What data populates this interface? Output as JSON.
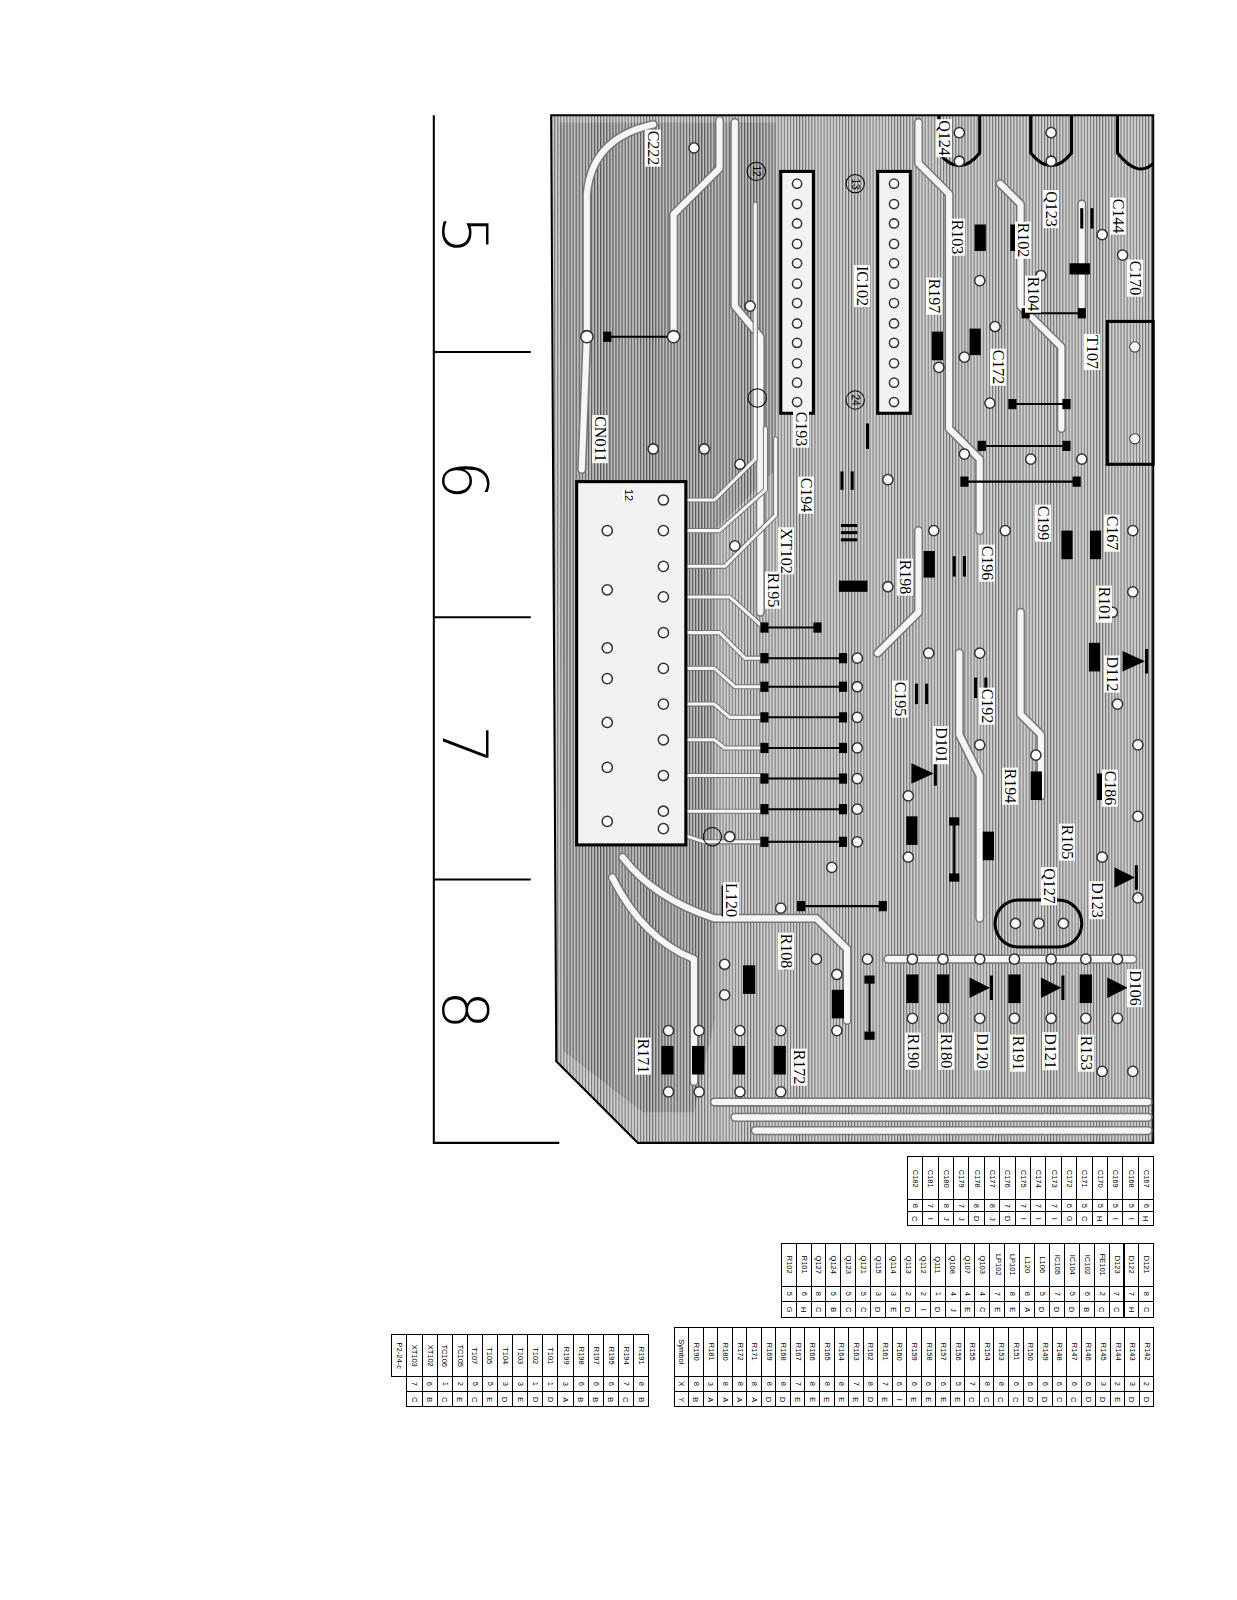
{
  "diagram": {
    "labels": [
      "5",
      "6",
      "7",
      "8",
      "C222",
      "Q124",
      "Q123",
      "C144",
      "C170",
      "R102",
      "R103",
      "R104",
      "R197",
      "IC102",
      "T107",
      "C172",
      "C193",
      "CN011",
      "12",
      "C194",
      "XT102",
      "C199",
      "C167",
      "R101",
      "R198",
      "C196",
      "R195",
      "D112",
      "C195",
      "C192",
      "D101",
      "R194",
      "C186",
      "R105",
      "Q127",
      "D123",
      "L120",
      "R108",
      "D106",
      "R153",
      "D121",
      "R191",
      "D120",
      "R180",
      "R190",
      "R172",
      "R171",
      "12",
      "13",
      "24",
      "C167",
      "6",
      "H",
      "C168",
      "5",
      "I",
      "C169",
      "5",
      "I",
      "C170",
      "5",
      "H",
      "C171",
      "5",
      "C",
      "C172",
      "6",
      "G",
      "C173",
      "7",
      "I",
      "C174",
      "7",
      "I",
      "C175",
      "7",
      "I",
      "C176",
      "7",
      "D",
      "C177",
      "8",
      "J",
      "C178",
      "8",
      "D",
      "C179",
      "7",
      "J",
      "C180",
      "8",
      "J",
      "C181",
      "7",
      "I",
      "C182",
      "8",
      "C",
      "D121",
      "8",
      "C",
      "D122",
      "7",
      "H",
      "D123",
      "7",
      "C",
      "FE101",
      "2",
      "C",
      "IC102",
      "6",
      "B",
      "IC104",
      "5",
      "D",
      "IC105",
      "7",
      "D",
      "L106",
      "5",
      "D",
      "L120",
      "8",
      "A",
      "LP101",
      "8",
      "E",
      "LP102",
      "7",
      "E",
      "Q103",
      "4",
      "C",
      "Q107",
      "4",
      "E",
      "Q108",
      "4",
      "J",
      "Q111",
      "1",
      "D",
      "Q112",
      "2",
      "I",
      "Q113",
      "2",
      "D",
      "Q114",
      "3",
      "E",
      "Q115",
      "3",
      "D",
      "Q121",
      "5",
      "C",
      "Q123",
      "5",
      "C",
      "Q124",
      "5",
      "B",
      "Q127",
      "8",
      "C",
      "R101",
      "6",
      "H",
      "R102",
      "5",
      "G",
      "R142",
      "2",
      "D",
      "R143",
      "3",
      "D",
      "R144",
      "2",
      "E",
      "R145",
      "3",
      "D",
      "R146",
      "6",
      "D",
      "R147",
      "6",
      "C",
      "R148",
      "6",
      "C",
      "R149",
      "6",
      "D",
      "R150",
      "6",
      "D",
      "R151",
      "6",
      "C",
      "R153",
      "8",
      "C",
      "R154",
      "8",
      "C",
      "R155",
      "7",
      "C",
      "R156",
      "5",
      "E",
      "R157",
      "6",
      "E",
      "R158",
      "6",
      "E",
      "R159",
      "6",
      "E",
      "R160",
      "6",
      "I",
      "R161",
      "7",
      "E",
      "R162",
      "8",
      "D",
      "R163",
      "7",
      "E",
      "R164",
      "8",
      "E",
      "R165",
      "8",
      "E",
      "R166",
      "8",
      "E",
      "R167",
      "7",
      "E",
      "R168",
      "8",
      "D",
      "R169",
      "8",
      "D",
      "R171",
      "8",
      "A",
      "R172",
      "8",
      "A",
      "R180",
      "8",
      "A",
      "R181",
      "3",
      "A",
      "R190",
      "8",
      "B",
      "Symbol",
      "X",
      "Y",
      "R191",
      "8",
      "B",
      "R194",
      "7",
      "C",
      "R195",
      "6",
      "B",
      "R197",
      "6",
      "B",
      "R198",
      "6",
      "B",
      "R199",
      "3",
      "A",
      "T101",
      "1",
      "D",
      "T102",
      "1",
      "D",
      "T103",
      "3",
      "E",
      "T104",
      "3",
      "D",
      "T105",
      "5",
      "E",
      "T107",
      "5",
      "C",
      "TC105",
      "2",
      "E",
      "TC106",
      "1",
      "C",
      "XT102",
      "6",
      "B",
      "XT103",
      "7",
      "C",
      "P2-24-c"
    ]
  }
}
